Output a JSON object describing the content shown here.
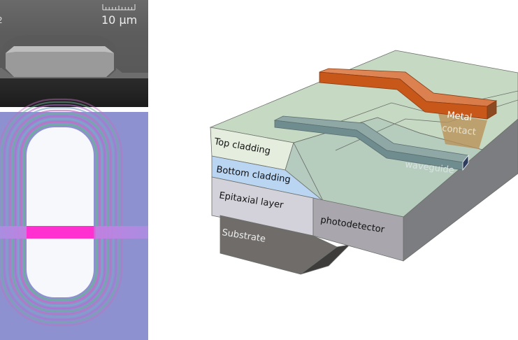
{
  "sem_panel": {
    "scale_bar_label": "10 μm",
    "partial_label": "2"
  },
  "optical_panel": {
    "ring_color": "#7f86c9",
    "highlight_color": "#ff2fd0"
  },
  "diagram": {
    "labels": {
      "top_cladding": "Top cladding",
      "bottom_cladding": "Bottom cladding",
      "epitaxial_layer": "Epitaxial layer",
      "substrate": "Substrate",
      "photodetector": "photodetector",
      "metal": "Metal",
      "contact": "contact",
      "waveguide": "waveguide"
    },
    "colors": {
      "metal": "#c8581a",
      "cladding": "#c9dcc4",
      "bottom_cladding": "#b8d4f0",
      "epitaxial": "#d2d0d8",
      "substrate": "#6f6c6a"
    }
  }
}
